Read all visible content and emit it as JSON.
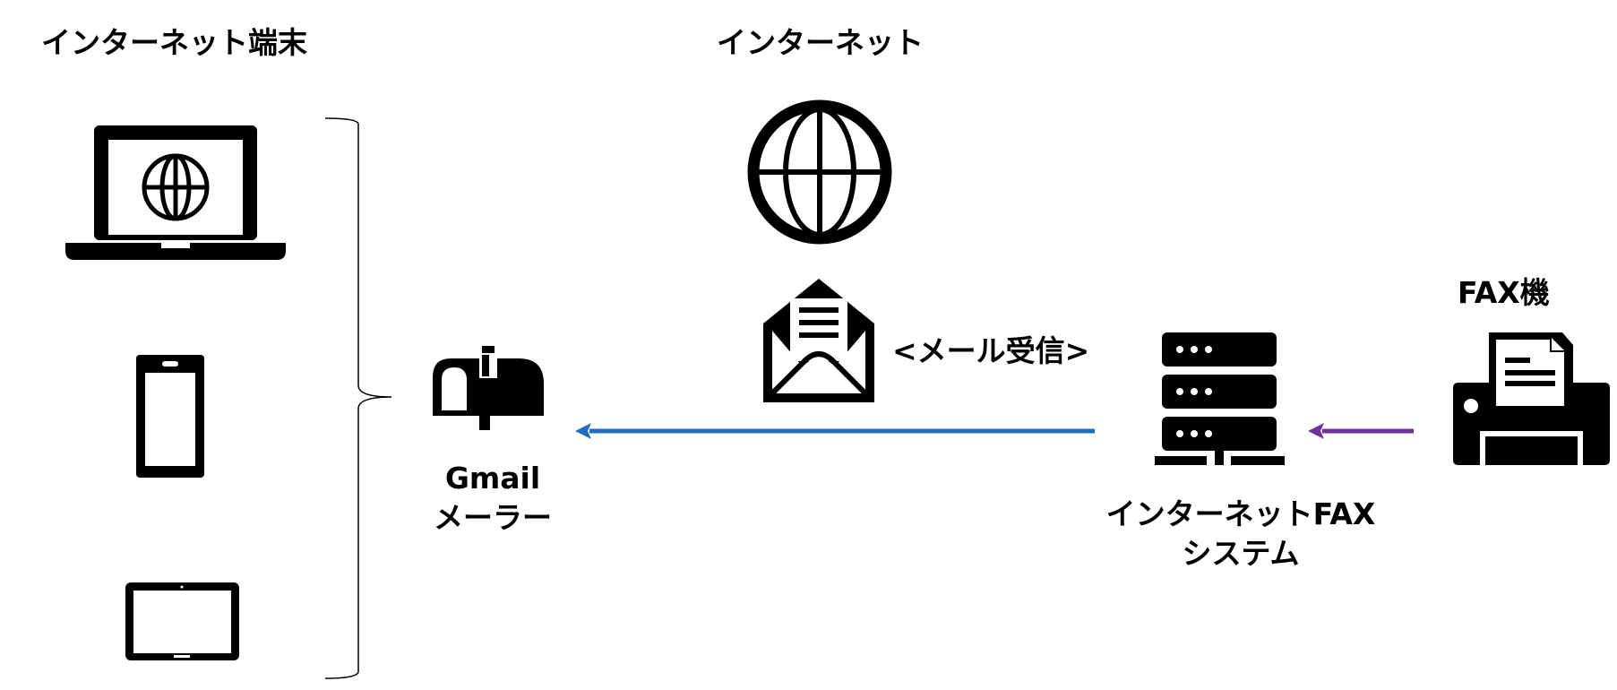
{
  "terminals": {
    "title": "インターネット端末"
  },
  "internet": {
    "title": "インターネット",
    "mail_receive_label": "<メール受信>"
  },
  "gmail": {
    "line1": "Gmail",
    "line2": "メーラー"
  },
  "fax_system": {
    "line1": "インターネットFAX",
    "line2": "システム"
  },
  "fax_machine": {
    "title": "FAX機"
  },
  "colors": {
    "mail_arrow": "#1c6fc1",
    "fax_arrow": "#7030a0"
  },
  "icons": [
    "laptop-icon",
    "smartphone-icon",
    "tablet-icon",
    "globe-icon",
    "open-envelope-icon",
    "mailbox-icon",
    "server-icon",
    "fax-printer-icon"
  ]
}
